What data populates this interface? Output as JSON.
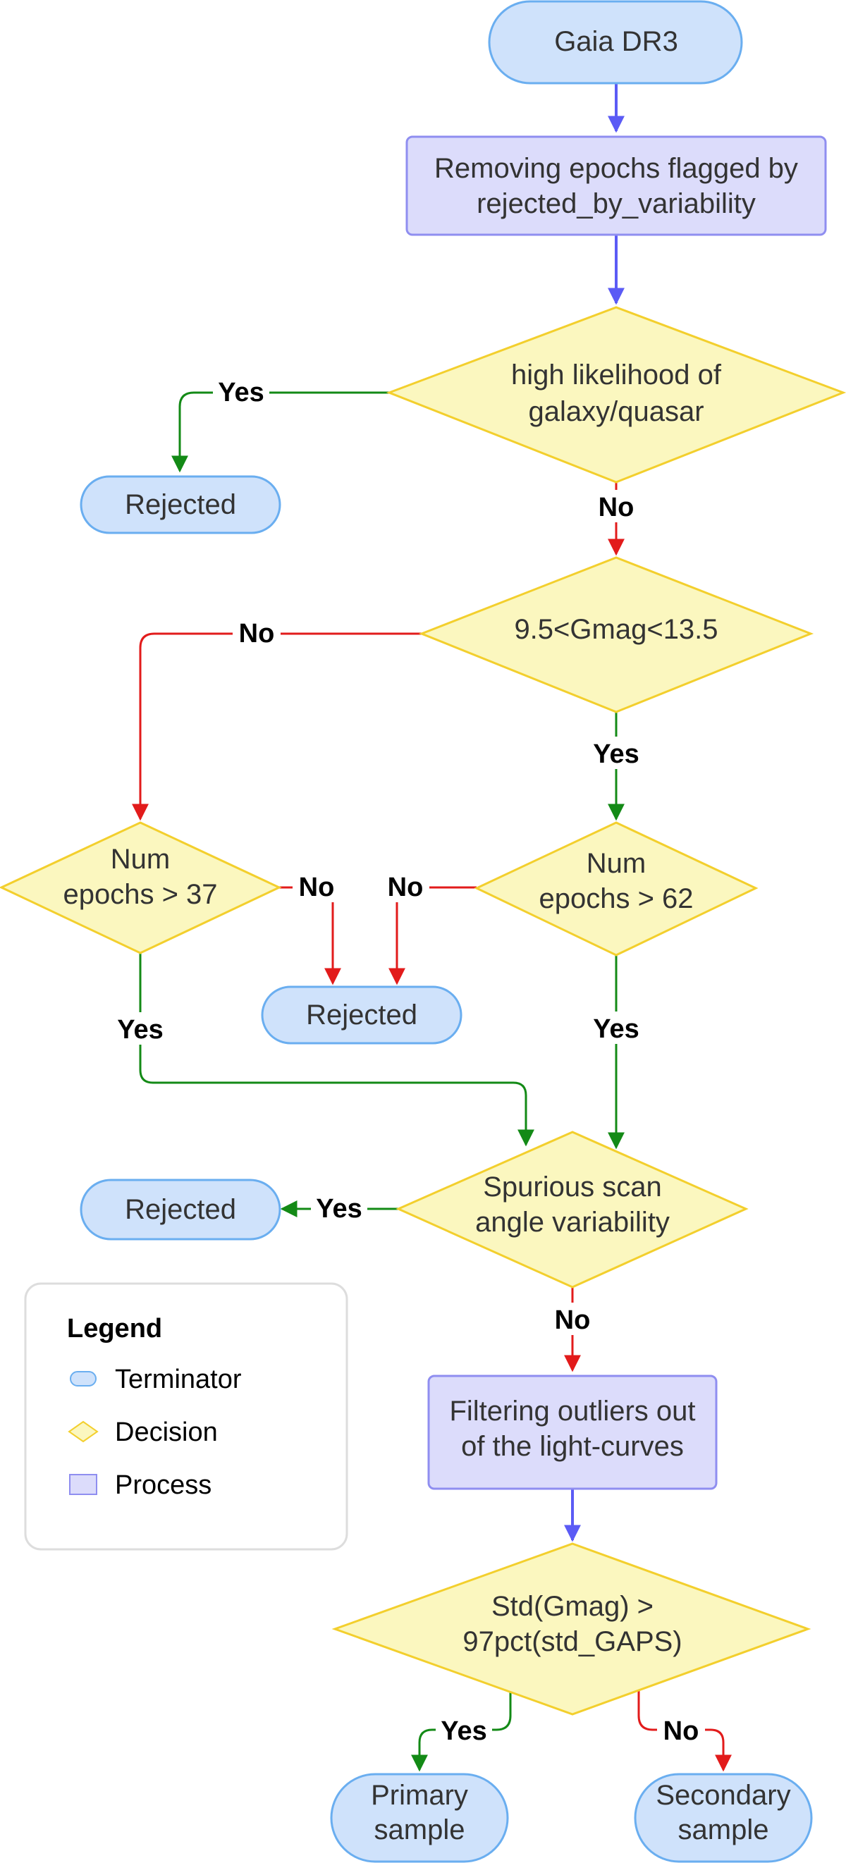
{
  "colors": {
    "terminator_fill": "#cfe2fb",
    "terminator_stroke": "#6aaef0",
    "decision_fill": "#fbf7bf",
    "decision_stroke": "#f3cf2d",
    "process_fill": "#dcdcfb",
    "process_stroke": "#8f8ef0",
    "edge_blue": "#5b5bf5",
    "edge_green": "#138a16",
    "edge_red": "#e21b1b",
    "legend_border": "#dddddd"
  },
  "nodes": {
    "gaia": {
      "type": "terminator",
      "lines": [
        "Gaia DR3"
      ]
    },
    "remove_epochs": {
      "type": "process",
      "lines": [
        "Removing epochs flagged by",
        "rejected_by_variability"
      ]
    },
    "galaxy_decision": {
      "type": "decision",
      "lines": [
        "high likelihood of",
        "galaxy/quasar"
      ]
    },
    "rejected_1": {
      "type": "terminator",
      "lines": [
        "Rejected"
      ]
    },
    "gmag_decision": {
      "type": "decision",
      "lines": [
        "9.5<Gmag<13.5"
      ]
    },
    "epochs37_decision": {
      "type": "decision",
      "lines": [
        "Num",
        "epochs > 37"
      ]
    },
    "epochs62_decision": {
      "type": "decision",
      "lines": [
        "Num",
        "epochs > 62"
      ]
    },
    "rejected_2": {
      "type": "terminator",
      "lines": [
        "Rejected"
      ]
    },
    "spurious_decision": {
      "type": "decision",
      "lines": [
        "Spurious scan",
        "angle variability"
      ]
    },
    "rejected_3": {
      "type": "terminator",
      "lines": [
        "Rejected"
      ]
    },
    "filtering": {
      "type": "process",
      "lines": [
        "Filtering outliers out",
        "of the light-curves"
      ]
    },
    "std_decision": {
      "type": "decision",
      "lines": [
        "Std(Gmag) >",
        "97pct(std_GAPS)"
      ]
    },
    "primary": {
      "type": "terminator",
      "lines": [
        "Primary",
        "sample"
      ]
    },
    "secondary": {
      "type": "terminator",
      "lines": [
        "Secondary",
        "sample"
      ]
    }
  },
  "edges": [
    {
      "from": "gaia",
      "to": "remove_epochs",
      "label": "",
      "color": "blue"
    },
    {
      "from": "remove_epochs",
      "to": "galaxy_decision",
      "label": "",
      "color": "blue"
    },
    {
      "from": "galaxy_decision",
      "to": "rejected_1",
      "label": "Yes",
      "color": "green"
    },
    {
      "from": "galaxy_decision",
      "to": "gmag_decision",
      "label": "No",
      "color": "red"
    },
    {
      "from": "gmag_decision",
      "to": "epochs37_decision",
      "label": "No",
      "color": "red"
    },
    {
      "from": "gmag_decision",
      "to": "epochs62_decision",
      "label": "Yes",
      "color": "green"
    },
    {
      "from": "epochs37_decision",
      "to": "rejected_2",
      "label": "No",
      "color": "red"
    },
    {
      "from": "epochs62_decision",
      "to": "rejected_2",
      "label": "No",
      "color": "red"
    },
    {
      "from": "epochs37_decision",
      "to": "spurious_decision",
      "label": "Yes",
      "color": "green"
    },
    {
      "from": "epochs62_decision",
      "to": "spurious_decision",
      "label": "Yes",
      "color": "green"
    },
    {
      "from": "spurious_decision",
      "to": "rejected_3",
      "label": "Yes",
      "color": "green"
    },
    {
      "from": "spurious_decision",
      "to": "filtering",
      "label": "No",
      "color": "red"
    },
    {
      "from": "filtering",
      "to": "std_decision",
      "label": "",
      "color": "blue"
    },
    {
      "from": "std_decision",
      "to": "primary",
      "label": "Yes",
      "color": "green"
    },
    {
      "from": "std_decision",
      "to": "secondary",
      "label": "No",
      "color": "red"
    }
  ],
  "legend": {
    "title": "Legend",
    "items": [
      {
        "shape": "terminator",
        "label": "Terminator"
      },
      {
        "shape": "decision",
        "label": "Decision"
      },
      {
        "shape": "process",
        "label": "Process"
      }
    ]
  }
}
